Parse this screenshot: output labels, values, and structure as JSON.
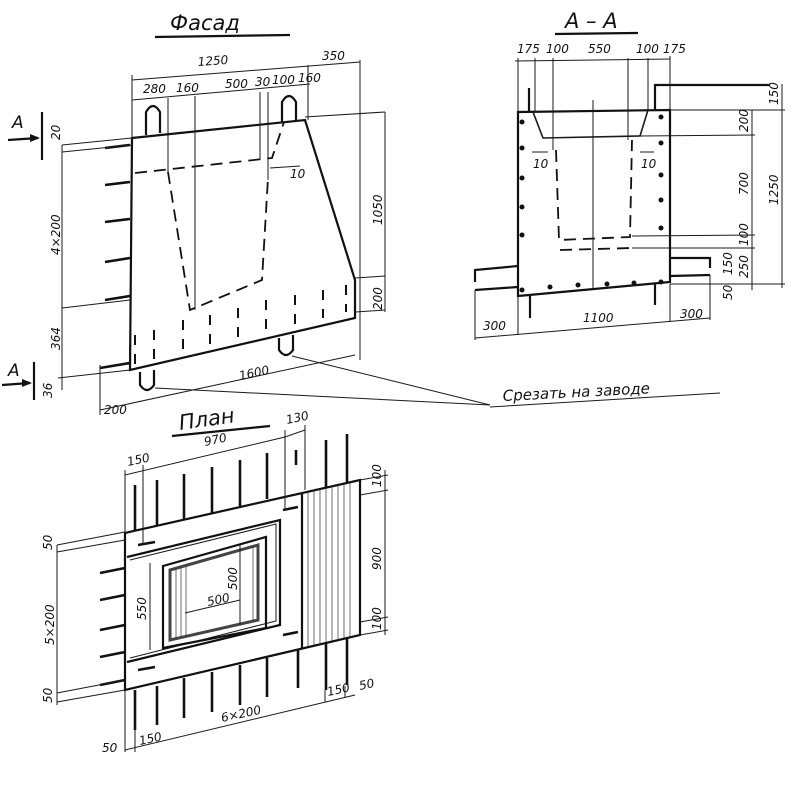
{
  "facade": {
    "title": "Фасад",
    "section_marker": "A",
    "dims": {
      "total_width": "1250",
      "right_offset": "350",
      "d280": "280",
      "d160a": "160",
      "d500": "500",
      "d30": "30",
      "d100": "100",
      "d160b": "160",
      "top": "20",
      "rows": "4×200",
      "bottom": "364",
      "base": "36",
      "left_ext": "200",
      "length": "1600",
      "height": "1050",
      "low": "200",
      "gap": "10"
    }
  },
  "section": {
    "title": "А – А",
    "dims": {
      "t175a": "175",
      "t100a": "100",
      "t550": "550",
      "t100b": "100",
      "t175b": "175",
      "r150a": "150",
      "r200": "200",
      "r700": "700",
      "r100": "100",
      "r250": "250",
      "r150b": "150",
      "r50": "50",
      "height": "1250",
      "g10a": "10",
      "g10b": "10",
      "b300a": "300",
      "b1100": "1100",
      "b300b": "300"
    }
  },
  "plan": {
    "title": "План",
    "dims": {
      "top970": "970",
      "top130": "130",
      "top150": "150",
      "l50a": "50",
      "rows": "5×200",
      "l50b": "50",
      "w550": "550",
      "w500a": "500",
      "w500b": "500",
      "r100a": "100",
      "r900": "900",
      "r100b": "100",
      "b150a": "150",
      "b50a": "50",
      "cols": "6×200",
      "b150b": "150",
      "b50b": "50"
    }
  },
  "note": "Срезать на заводе"
}
